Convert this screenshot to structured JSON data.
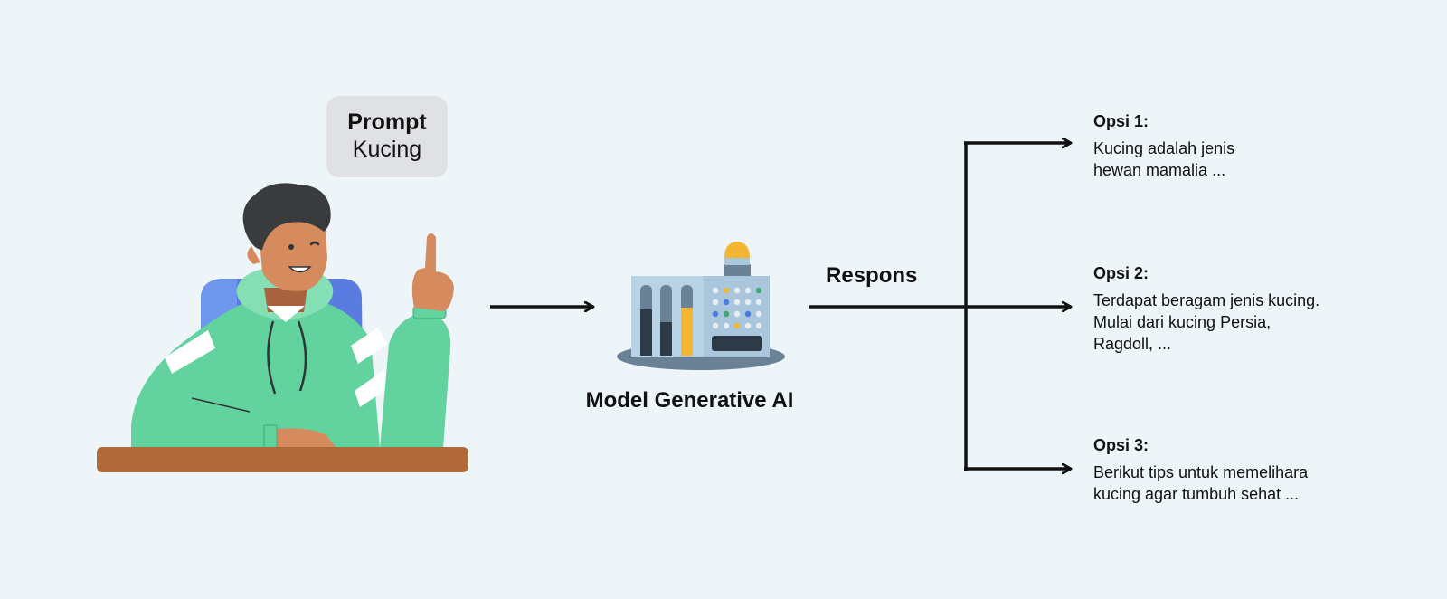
{
  "prompt": {
    "title": "Prompt",
    "value": "Kucing"
  },
  "model": {
    "label": "Model Generative AI"
  },
  "response": {
    "label": "Respons"
  },
  "options": [
    {
      "title": "Opsi 1:",
      "lines": [
        "Kucing adalah jenis",
        "hewan mamalia ..."
      ]
    },
    {
      "title": "Opsi 2:",
      "lines": [
        "Terdapat beragam jenis kucing.",
        "Mulai dari kucing Persia,",
        "Ragdoll, ..."
      ]
    },
    {
      "title": "Opsi 3:",
      "lines": [
        "Berikut tips untuk memelihara",
        "kucing agar tumbuh sehat ..."
      ]
    }
  ],
  "colors": {
    "background": "#eef5f9",
    "hoodie": "#62d29f",
    "skin": "#d68b5e",
    "hair": "#3a3b3d",
    "chair": "#5a7be0",
    "desk": "#b06a3a",
    "machine_body": "#a9c6dc",
    "machine_base": "#6b8196",
    "accent_yellow": "#f2b632",
    "arrow": "#111111"
  }
}
